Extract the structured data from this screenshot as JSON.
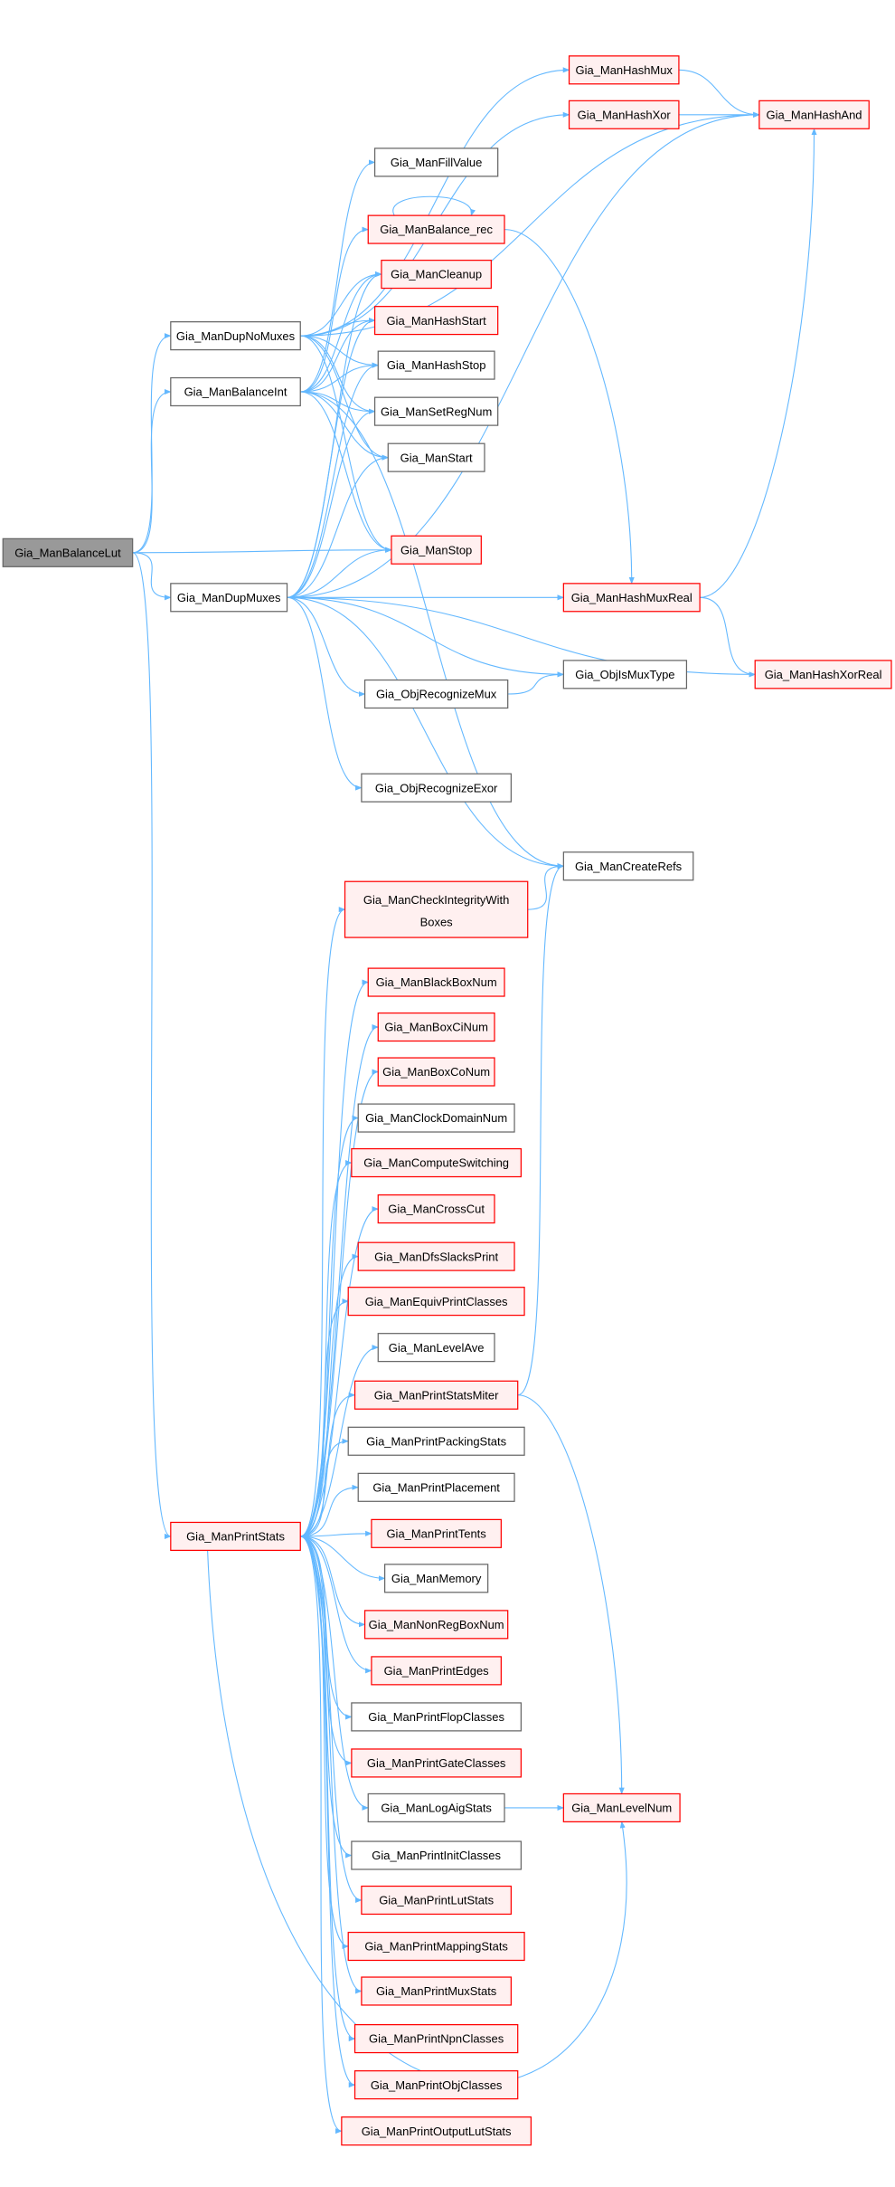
{
  "title": "Gia_ManBalanceLut call graph",
  "colors": {
    "edge": "#63b8ff",
    "focus_fill": "#999999",
    "focus_stroke": "#666666",
    "red_fill": "#fff0f0",
    "red_stroke": "#ff0000",
    "plain_fill": "#ffffff",
    "plain_stroke": "#666666"
  },
  "nodes": [
    {
      "id": "BalanceLut",
      "label": "Gia_ManBalanceLut",
      "style": "focus"
    },
    {
      "id": "DupNoMuxes",
      "label": "Gia_ManDupNoMuxes",
      "style": "plain"
    },
    {
      "id": "BalanceInt",
      "label": "Gia_ManBalanceInt",
      "style": "plain"
    },
    {
      "id": "DupMuxes",
      "label": "Gia_ManDupMuxes",
      "style": "plain"
    },
    {
      "id": "PrintStats",
      "label": "Gia_ManPrintStats",
      "style": "red"
    },
    {
      "id": "HashMux",
      "label": "Gia_ManHashMux",
      "style": "red"
    },
    {
      "id": "HashXor",
      "label": "Gia_ManHashXor",
      "style": "red"
    },
    {
      "id": "HashAnd",
      "label": "Gia_ManHashAnd",
      "style": "red"
    },
    {
      "id": "FillValue",
      "label": "Gia_ManFillValue",
      "style": "plain"
    },
    {
      "id": "Balance_rec",
      "label": "Gia_ManBalance_rec",
      "style": "red"
    },
    {
      "id": "Cleanup",
      "label": "Gia_ManCleanup",
      "style": "red"
    },
    {
      "id": "HashStart",
      "label": "Gia_ManHashStart",
      "style": "red"
    },
    {
      "id": "HashStop",
      "label": "Gia_ManHashStop",
      "style": "plain"
    },
    {
      "id": "SetRegNum",
      "label": "Gia_ManSetRegNum",
      "style": "plain"
    },
    {
      "id": "Start",
      "label": "Gia_ManStart",
      "style": "plain"
    },
    {
      "id": "Stop",
      "label": "Gia_ManStop",
      "style": "red"
    },
    {
      "id": "HashMuxReal",
      "label": "Gia_ManHashMuxReal",
      "style": "red"
    },
    {
      "id": "HashXorReal",
      "label": "Gia_ManHashXorReal",
      "style": "red"
    },
    {
      "id": "ObjIsMuxType",
      "label": "Gia_ObjIsMuxType",
      "style": "plain"
    },
    {
      "id": "ObjRecognizeMux",
      "label": "Gia_ObjRecognizeMux",
      "style": "plain"
    },
    {
      "id": "ObjRecognizeExor",
      "label": "Gia_ObjRecognizeExor",
      "style": "plain"
    },
    {
      "id": "CreateRefs",
      "label": "Gia_ManCreateRefs",
      "style": "plain"
    },
    {
      "id": "CheckIntegrity",
      "label": "Gia_ManCheckIntegrityWith",
      "label2": "Boxes",
      "style": "red"
    },
    {
      "id": "BlackBoxNum",
      "label": "Gia_ManBlackBoxNum",
      "style": "red"
    },
    {
      "id": "BoxCiNum",
      "label": "Gia_ManBoxCiNum",
      "style": "red"
    },
    {
      "id": "BoxCoNum",
      "label": "Gia_ManBoxCoNum",
      "style": "red"
    },
    {
      "id": "ClockDomainNum",
      "label": "Gia_ManClockDomainNum",
      "style": "plain"
    },
    {
      "id": "ComputeSwitching",
      "label": "Gia_ManComputeSwitching",
      "style": "red"
    },
    {
      "id": "CrossCut",
      "label": "Gia_ManCrossCut",
      "style": "red"
    },
    {
      "id": "DfsSlacksPrint",
      "label": "Gia_ManDfsSlacksPrint",
      "style": "red"
    },
    {
      "id": "EquivPrintClasses",
      "label": "Gia_ManEquivPrintClasses",
      "style": "red"
    },
    {
      "id": "LevelAve",
      "label": "Gia_ManLevelAve",
      "style": "plain"
    },
    {
      "id": "PrintStatsMiter",
      "label": "Gia_ManPrintStatsMiter",
      "style": "red"
    },
    {
      "id": "PrintPackingStats",
      "label": "Gia_ManPrintPackingStats",
      "style": "plain"
    },
    {
      "id": "PrintPlacement",
      "label": "Gia_ManPrintPlacement",
      "style": "plain"
    },
    {
      "id": "PrintTents",
      "label": "Gia_ManPrintTents",
      "style": "red"
    },
    {
      "id": "Memory",
      "label": "Gia_ManMemory",
      "style": "plain"
    },
    {
      "id": "NonRegBoxNum",
      "label": "Gia_ManNonRegBoxNum",
      "style": "red"
    },
    {
      "id": "PrintEdges",
      "label": "Gia_ManPrintEdges",
      "style": "red"
    },
    {
      "id": "PrintFlopClasses",
      "label": "Gia_ManPrintFlopClasses",
      "style": "plain"
    },
    {
      "id": "PrintGateClasses",
      "label": "Gia_ManPrintGateClasses",
      "style": "red"
    },
    {
      "id": "LogAigStats",
      "label": "Gia_ManLogAigStats",
      "style": "plain"
    },
    {
      "id": "LevelNum",
      "label": "Gia_ManLevelNum",
      "style": "red"
    },
    {
      "id": "PrintInitClasses",
      "label": "Gia_ManPrintInitClasses",
      "style": "plain"
    },
    {
      "id": "PrintLutStats",
      "label": "Gia_ManPrintLutStats",
      "style": "red"
    },
    {
      "id": "PrintMappingStats",
      "label": "Gia_ManPrintMappingStats",
      "style": "red"
    },
    {
      "id": "PrintMuxStats",
      "label": "Gia_ManPrintMuxStats",
      "style": "red"
    },
    {
      "id": "PrintNpnClasses",
      "label": "Gia_ManPrintNpnClasses",
      "style": "red"
    },
    {
      "id": "PrintObjClasses",
      "label": "Gia_ManPrintObjClasses",
      "style": "red"
    },
    {
      "id": "PrintOutputLutStats",
      "label": "Gia_ManPrintOutputLutStats",
      "style": "red"
    }
  ],
  "edges": [
    [
      "BalanceLut",
      "DupNoMuxes"
    ],
    [
      "BalanceLut",
      "BalanceInt"
    ],
    [
      "BalanceLut",
      "Stop"
    ],
    [
      "BalanceLut",
      "DupMuxes"
    ],
    [
      "BalanceLut",
      "PrintStats"
    ],
    [
      "DupNoMuxes",
      "HashMux"
    ],
    [
      "DupNoMuxes",
      "HashXor"
    ],
    [
      "DupNoMuxes",
      "HashAnd"
    ],
    [
      "DupNoMuxes",
      "Cleanup"
    ],
    [
      "DupNoMuxes",
      "HashStart"
    ],
    [
      "DupNoMuxes",
      "HashStop"
    ],
    [
      "DupNoMuxes",
      "SetRegNum"
    ],
    [
      "DupNoMuxes",
      "Start"
    ],
    [
      "DupNoMuxes",
      "Stop"
    ],
    [
      "BalanceInt",
      "FillValue"
    ],
    [
      "BalanceInt",
      "Balance_rec"
    ],
    [
      "BalanceInt",
      "Cleanup"
    ],
    [
      "BalanceInt",
      "HashStart"
    ],
    [
      "BalanceInt",
      "HashStop"
    ],
    [
      "BalanceInt",
      "SetRegNum"
    ],
    [
      "BalanceInt",
      "Start"
    ],
    [
      "BalanceInt",
      "Stop"
    ],
    [
      "BalanceInt",
      "CreateRefs"
    ],
    [
      "DupMuxes",
      "Cleanup"
    ],
    [
      "DupMuxes",
      "HashStart"
    ],
    [
      "DupMuxes",
      "HashStop"
    ],
    [
      "DupMuxes",
      "SetRegNum"
    ],
    [
      "DupMuxes",
      "Start"
    ],
    [
      "DupMuxes",
      "Stop"
    ],
    [
      "DupMuxes",
      "HashAnd"
    ],
    [
      "DupMuxes",
      "HashMuxReal"
    ],
    [
      "DupMuxes",
      "ObjIsMuxType"
    ],
    [
      "DupMuxes",
      "ObjRecognizeMux"
    ],
    [
      "DupMuxes",
      "ObjRecognizeExor"
    ],
    [
      "DupMuxes",
      "HashXorReal"
    ],
    [
      "DupMuxes",
      "CreateRefs"
    ],
    [
      "HashMux",
      "HashAnd"
    ],
    [
      "HashXor",
      "HashAnd"
    ],
    [
      "Balance_rec",
      "Balance_rec"
    ],
    [
      "Balance_rec",
      "HashMuxReal"
    ],
    [
      "HashMuxReal",
      "HashAnd"
    ],
    [
      "HashMuxReal",
      "HashXorReal"
    ],
    [
      "ObjRecognizeMux",
      "ObjIsMuxType"
    ],
    [
      "CheckIntegrity",
      "CreateRefs"
    ],
    [
      "PrintStatsMiter",
      "CreateRefs"
    ],
    [
      "PrintStatsMiter",
      "LevelNum"
    ],
    [
      "LogAigStats",
      "LevelNum"
    ],
    [
      "PrintStats",
      "CheckIntegrity"
    ],
    [
      "PrintStats",
      "BlackBoxNum"
    ],
    [
      "PrintStats",
      "BoxCiNum"
    ],
    [
      "PrintStats",
      "BoxCoNum"
    ],
    [
      "PrintStats",
      "ClockDomainNum"
    ],
    [
      "PrintStats",
      "ComputeSwitching"
    ],
    [
      "PrintStats",
      "CrossCut"
    ],
    [
      "PrintStats",
      "DfsSlacksPrint"
    ],
    [
      "PrintStats",
      "EquivPrintClasses"
    ],
    [
      "PrintStats",
      "LevelAve"
    ],
    [
      "PrintStats",
      "PrintStatsMiter"
    ],
    [
      "PrintStats",
      "PrintPackingStats"
    ],
    [
      "PrintStats",
      "PrintPlacement"
    ],
    [
      "PrintStats",
      "PrintTents"
    ],
    [
      "PrintStats",
      "Memory"
    ],
    [
      "PrintStats",
      "NonRegBoxNum"
    ],
    [
      "PrintStats",
      "PrintEdges"
    ],
    [
      "PrintStats",
      "PrintFlopClasses"
    ],
    [
      "PrintStats",
      "PrintGateClasses"
    ],
    [
      "PrintStats",
      "LogAigStats"
    ],
    [
      "PrintStats",
      "PrintInitClasses"
    ],
    [
      "PrintStats",
      "PrintLutStats"
    ],
    [
      "PrintStats",
      "PrintMappingStats"
    ],
    [
      "PrintStats",
      "PrintMuxStats"
    ],
    [
      "PrintStats",
      "PrintNpnClasses"
    ],
    [
      "PrintStats",
      "PrintObjClasses"
    ],
    [
      "PrintStats",
      "PrintOutputLutStats"
    ],
    [
      "PrintStats",
      "LevelNum"
    ]
  ]
}
